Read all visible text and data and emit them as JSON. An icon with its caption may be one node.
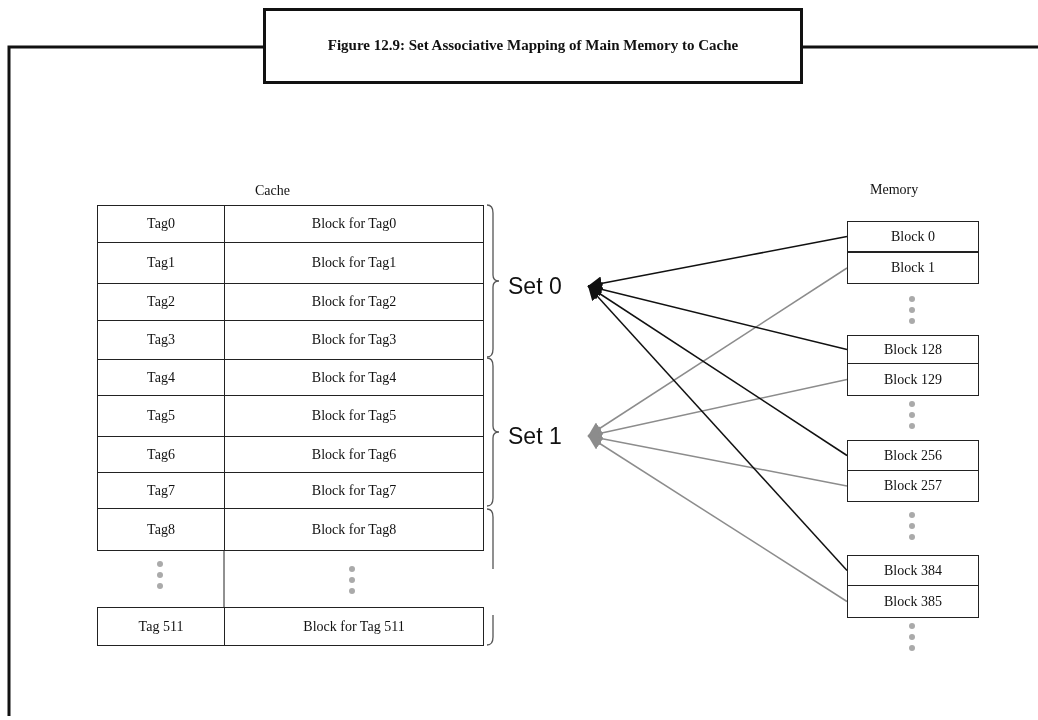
{
  "diagram": {
    "title": "Figure 12.9: Set Associative Mapping of Main Memory to Cache",
    "nodes": [
      {
        "text": [
          "Set 0"
        ]
      },
      {
        "text": [
          "Set 1"
        ]
      },
      {
        "text": [
          "Block 0"
        ]
      },
      {
        "text": [
          "Block 1"
        ]
      },
      {
        "text": [
          "Block 128"
        ]
      },
      {
        "text": [
          "Block 129"
        ]
      },
      {
        "text": [
          "Block 256"
        ]
      },
      {
        "text": [
          "Block 257"
        ]
      },
      {
        "text": [
          "Block 384"
        ]
      },
      {
        "text": [
          "Block 385"
        ]
      }
    ],
    "edges": [
      {
        "from": 2,
        "to": 0,
        "arrow": "to"
      },
      {
        "from": 3,
        "to": 1,
        "arrow": "to",
        "color": "#8c8c8c"
      },
      {
        "from": 4,
        "to": 0,
        "arrow": "to"
      },
      {
        "from": 5,
        "to": 1,
        "arrow": "to",
        "color": "#8c8c8c"
      },
      {
        "from": 6,
        "to": 0,
        "arrow": "to"
      },
      {
        "from": 7,
        "to": 1,
        "arrow": "to",
        "color": "#8c8c8c"
      },
      {
        "from": 8,
        "to": 0,
        "arrow": "to"
      },
      {
        "from": 9,
        "to": 1,
        "arrow": "to",
        "color": "#8c8c8c"
      }
    ],
    "labels": [
      "Cache",
      "Memory",
      "Tag0",
      "Block for Tag0",
      "Tag1",
      "Block for Tag1",
      "Tag2",
      "Block for Tag2",
      "Tag3",
      "Block for Tag3",
      "Tag4",
      "Block for Tag4",
      "Tag5",
      "Block for Tag5",
      "Tag6",
      "Block for Tag6",
      "Tag7",
      "Block for Tag7",
      "Tag8",
      "Block for Tag8",
      "Tag 511",
      "Block for Tag 511"
    ]
  }
}
